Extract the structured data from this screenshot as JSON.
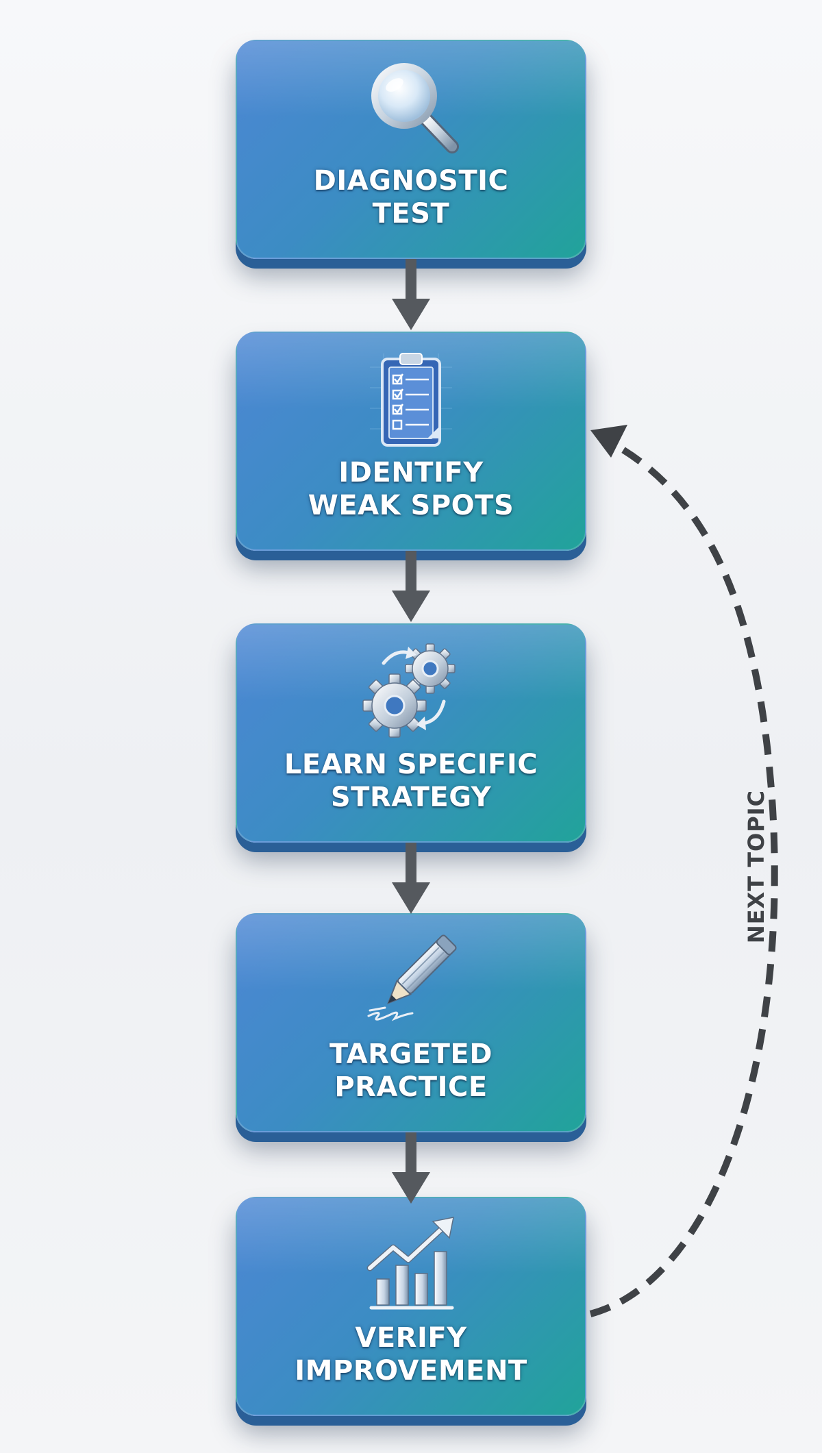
{
  "steps": [
    {
      "icon": "magnifying-glass-icon",
      "lines": [
        "DIAGNOSTIC",
        "TEST"
      ]
    },
    {
      "icon": "clipboard-checklist-icon",
      "lines": [
        "IDENTIFY",
        "WEAK SPOTS"
      ]
    },
    {
      "icon": "gears-icon",
      "lines": [
        "LEARN SPECIFIC",
        "STRATEGY"
      ]
    },
    {
      "icon": "pencil-icon",
      "lines": [
        "TARGETED",
        "PRACTICE"
      ]
    },
    {
      "icon": "growth-chart-icon",
      "lines": [
        "VERIFY",
        "IMPROVEMENT"
      ]
    }
  ],
  "loop": {
    "label": "NEXT TOPIC"
  },
  "colors": {
    "box_start": "#4d87d4",
    "box_end": "#21a39a",
    "arrow": "#55595e",
    "loop": "#3f4246",
    "text": "#ffffff"
  }
}
